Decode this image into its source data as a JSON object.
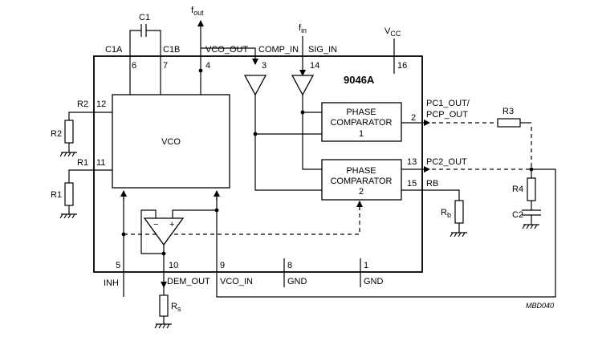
{
  "chip_name": "9046A",
  "figure_code": "MBD040",
  "blocks": {
    "vco": "VCO",
    "pc1": [
      "PHASE",
      "COMPARATOR",
      "1"
    ],
    "pc2": [
      "PHASE",
      "COMPARATOR",
      "2"
    ]
  },
  "signals": {
    "f_out": [
      "f",
      "out"
    ],
    "f_in": [
      "f",
      "in"
    ],
    "vcc": [
      "V",
      "CC"
    ]
  },
  "pins": [
    {
      "num": "6",
      "label": "C1A"
    },
    {
      "num": "7",
      "label": "C1B"
    },
    {
      "num": "4",
      "label": "VCO_OUT"
    },
    {
      "num": "3",
      "label": "COMP_IN"
    },
    {
      "num": "14",
      "label": "SIG_IN"
    },
    {
      "num": "16",
      "label": ""
    },
    {
      "num": "12",
      "label": "R2"
    },
    {
      "num": "11",
      "label": "R1"
    },
    {
      "num": "2",
      "label": "PC1_OUT/"
    },
    {
      "num": "13",
      "label": "PC2_OUT"
    },
    {
      "num": "15",
      "label": "RB"
    },
    {
      "num": "5",
      "label": "INH"
    },
    {
      "num": "10",
      "label": "DEM_OUT"
    },
    {
      "num": "9",
      "label": "VCO_IN"
    },
    {
      "num": "8",
      "label": "GND"
    },
    {
      "num": "1",
      "label": "GND"
    }
  ],
  "pin2_label_line2": "PCP_OUT",
  "components": {
    "c1": "C1",
    "r1": "R1",
    "r2": "R2",
    "r3": "R3",
    "r4": "R4",
    "c2": "C2",
    "rb": [
      "R",
      "b"
    ],
    "rs": [
      "R",
      "s"
    ]
  },
  "opamp_signs": {
    "minus": "−",
    "plus": "+"
  }
}
